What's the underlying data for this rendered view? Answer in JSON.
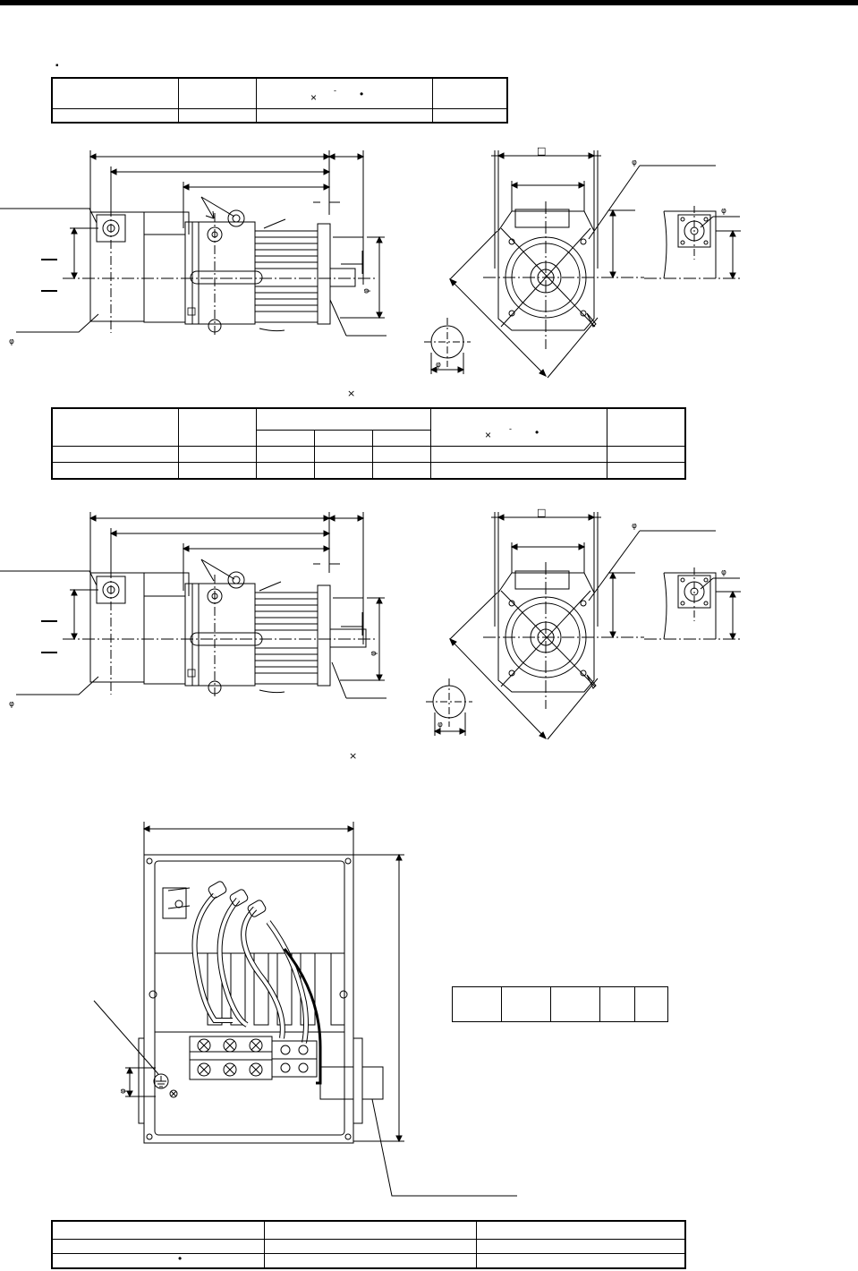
{
  "header": {
    "bullet": "▪"
  },
  "table1": {
    "symbols": [
      "×",
      "-",
      "•"
    ]
  },
  "drawing1": {
    "labels": [
      "□",
      "φ",
      "φ",
      "φ",
      "φ",
      "φ",
      "φ"
    ]
  },
  "note1": {
    "symbol": "×"
  },
  "table2": {
    "symbols": [
      "×",
      "-",
      "•"
    ]
  },
  "drawing2": {
    "labels": [
      "□",
      "φ",
      "φ",
      "φ",
      "φ",
      "φ",
      "φ"
    ]
  },
  "note2": {
    "symbol": "×"
  },
  "terminal_box": {
    "labels": [
      "φ"
    ]
  },
  "table4": {
    "symbols": [
      "•"
    ]
  }
}
